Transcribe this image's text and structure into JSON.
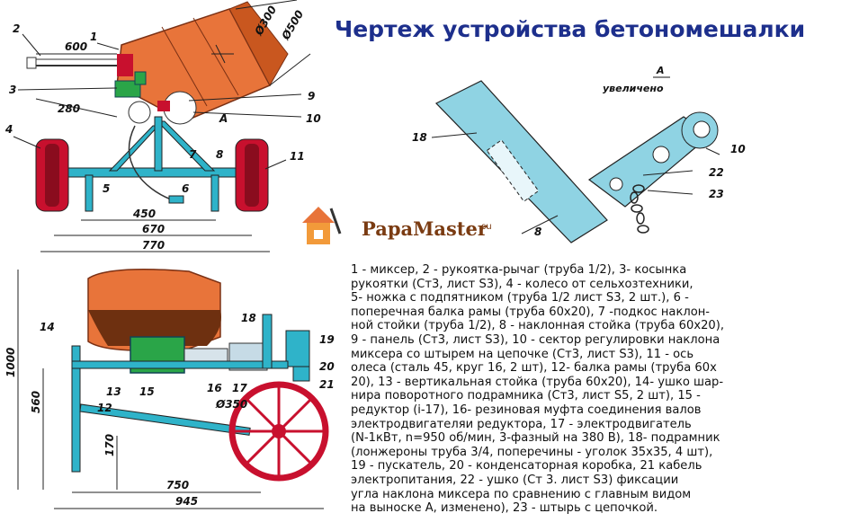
{
  "title": "Чертеж устройства бетономешалки",
  "top_view": {
    "dims": {
      "d600": "600",
      "d280": "280",
      "d450": "450",
      "d670": "670",
      "d770": "770",
      "d300": "Ø300",
      "d500": "Ø500"
    },
    "parts": {
      "p1": "1",
      "p2": "2",
      "p3": "3",
      "p4": "4",
      "p5": "5",
      "p6": "6",
      "p7": "7",
      "p8": "8",
      "p9": "9",
      "p10": "10",
      "p11": "11",
      "pA": "A"
    }
  },
  "detail": {
    "caption_letter": "A",
    "caption_text": "увеличено",
    "parts": {
      "p18": "18",
      "p8": "8",
      "p10": "10",
      "p22": "22",
      "p23": "23"
    }
  },
  "logo": {
    "brand": "PapaMaster",
    "suffix": ".su"
  },
  "side_view": {
    "dims": {
      "d1000": "1000",
      "d560": "560",
      "d170": "170",
      "d750": "750",
      "d945": "945",
      "d350": "Ø350"
    },
    "parts": {
      "p12": "12",
      "p13": "13",
      "p14": "14",
      "p15": "15",
      "p16": "16",
      "p17": "17",
      "p18": "18",
      "p19": "19",
      "p20": "20",
      "p21": "21"
    }
  },
  "legend_lines": [
    "1 - миксер, 2 - рукоятка-рычаг (труба 1/2), 3- косынка",
    "рукоятки (Ст3, лист S3), 4 - колесо от сельхозтехники,",
    "5- ножка с подпятником (труба 1/2  лист S3, 2 шт.), 6 -",
    "поперечная балка рамы (труба 60х20), 7 -подкос наклон-",
    "ной стойки (труба 1/2), 8 - наклонная стойка (труба 60х20),",
    "9 - панель (Ст3, лист S3), 10 - сектор регулировки наклона",
    "миксера со штырем на цепочке (Ст3, лист S3), 11 - ось",
    "олеса (сталь 45, круг 16, 2 шт), 12- балка рамы (труба 60х",
    "20), 13 - вертикальная стойка (труба 60х20), 14- ушко шар-",
    "нира поворотного подрамника (Ст3, лист S5, 2 шт), 15 -",
    "редуктор (i-17), 16- резиновая муфта соединения валов",
    "электродвигателяи редуктора, 17 - электродвигатель",
    "(N-1кВт, n=950 об/мин, 3-фазный на 380 В), 18- подрамник",
    "(лонжероны труба 3/4, поперечины - уголок 35х35, 4 шт),",
    "19 - пускатель, 20 - конденсаторная коробка, 21 кабель",
    "электропитания, 22 - ушко  (Ст 3. лист S3) фиксации",
    "угла наклона миксера по  сравнению с главным видом",
    "на выноске А, изменено),   23 - штырь с цепочкой."
  ],
  "colors": {
    "drum": "#e8743a",
    "drum_dark": "#c9571f",
    "frame": "#2fb3c9",
    "gear": "#2aa548",
    "red": "#c8102e",
    "title": "#1d2f8c",
    "detail_blue": "#8fd3e3"
  }
}
